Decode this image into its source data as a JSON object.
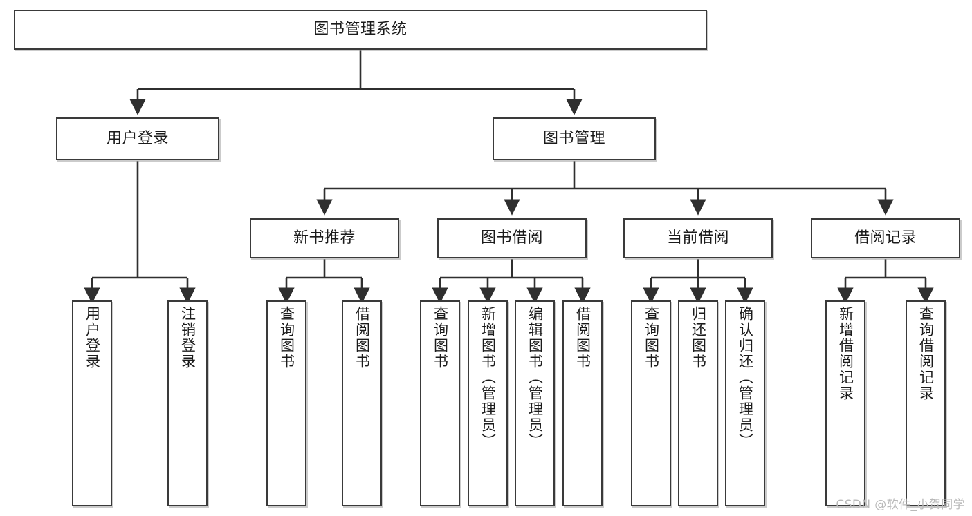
{
  "diagram": {
    "type": "tree",
    "orientation": "top-down",
    "title": "图书管理系统",
    "colors": {
      "box_border": "#3a3a3a",
      "box_fill": "#ffffff",
      "connector": "#2f2f2f",
      "text": "#1b1b1b",
      "watermark": "#b9b9b9"
    },
    "root": {
      "label": "图书管理系统"
    },
    "level2": [
      {
        "label": "用户登录"
      },
      {
        "label": "图书管理"
      }
    ],
    "level3": [
      {
        "label": "新书推荐"
      },
      {
        "label": "图书借阅"
      },
      {
        "label": "当前借阅"
      },
      {
        "label": "借阅记录"
      }
    ],
    "leaves": {
      "user_login": [
        {
          "label": "用户登录"
        },
        {
          "label": "注销登录"
        }
      ],
      "new_book_recommend": [
        {
          "label": "查询图书"
        },
        {
          "label": "借阅图书"
        }
      ],
      "book_borrow": [
        {
          "label": "查询图书"
        },
        {
          "label": "新增图书（管理员）"
        },
        {
          "label": "编辑图书（管理员）"
        },
        {
          "label": "借阅图书"
        }
      ],
      "current_borrow": [
        {
          "label": "查询图书"
        },
        {
          "label": "归还图书"
        },
        {
          "label": "确认归还（管理员）"
        }
      ],
      "borrow_record": [
        {
          "label": "新增借阅记录"
        },
        {
          "label": "查询借阅记录"
        }
      ]
    },
    "watermark": "CSDN @软件_小贺同学"
  }
}
